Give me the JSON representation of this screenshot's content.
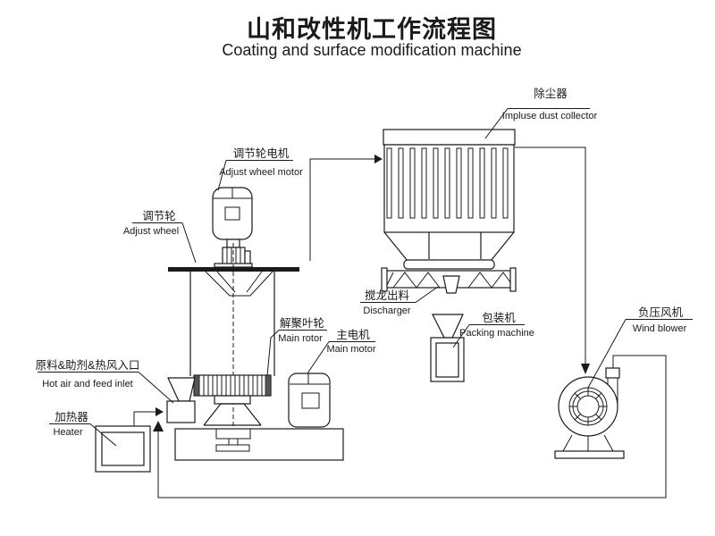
{
  "title": {
    "zh": "山和改性机工作流程图",
    "en": "Coating and surface modification machine"
  },
  "labels": {
    "dust_collector": {
      "zh": "除尘器",
      "en": "Impluse dust collector"
    },
    "adjust_wheel_motor": {
      "zh": "调节轮电机",
      "en": "Adjust wheel motor"
    },
    "adjust_wheel": {
      "zh": "调节轮",
      "en": "Adjust wheel"
    },
    "main_rotor": {
      "zh": "解聚叶轮",
      "en": "Main rotor"
    },
    "main_motor": {
      "zh": "主电机",
      "en": "Main motor"
    },
    "discharger": {
      "zh": "搅龙出料",
      "en": "Discharger"
    },
    "packing_machine": {
      "zh": "包装机",
      "en": "Packing machine"
    },
    "wind_blower": {
      "zh": "负压风机",
      "en": "Wind blower"
    },
    "feed_inlet": {
      "zh": "原料&助剂&热风入口",
      "en": "Hot air and feed inlet"
    },
    "heater": {
      "zh": "加热器",
      "en": "Heater"
    }
  },
  "colors": {
    "line": "#1a1a1a",
    "gray_fill": "#9c9c9c",
    "background": "#ffffff"
  }
}
